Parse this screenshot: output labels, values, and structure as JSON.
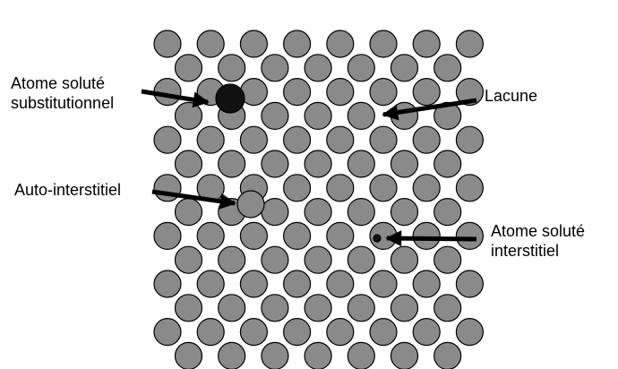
{
  "labels": {
    "substitutional": {
      "line1": "Atome soluté",
      "line2": "substitutionnel"
    },
    "self_interstitial": "Auto-interstitiel",
    "vacancy": "Lacune",
    "interstitial": {
      "line1": "Atome soluté",
      "line2": "interstitiel"
    }
  },
  "colors": {
    "atom_fill": "#8a8a8a",
    "atom_stroke": "#000000",
    "solute_fill": "#111111",
    "arrow": "#000000",
    "background": "#ffffff"
  }
}
